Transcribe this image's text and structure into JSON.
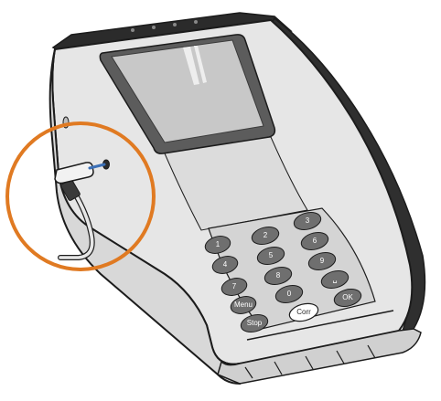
{
  "figure": {
    "subject": "payment-terminal",
    "highlight_color": "#e07a22",
    "body_fill": "#e6e6e6",
    "outline_color": "#1c1c1c",
    "screen_fill": "#c8c8c8",
    "key_fill": "#6f6f6f",
    "connector_color": "#3b6fb6"
  },
  "keypad": {
    "keys": [
      {
        "name": "key-1",
        "label": "1"
      },
      {
        "name": "key-2",
        "label": "2"
      },
      {
        "name": "key-3",
        "label": "3"
      },
      {
        "name": "key-4",
        "label": "4"
      },
      {
        "name": "key-5",
        "label": "5"
      },
      {
        "name": "key-6",
        "label": "6"
      },
      {
        "name": "key-7",
        "label": "7"
      },
      {
        "name": "key-8",
        "label": "8"
      },
      {
        "name": "key-9",
        "label": "9"
      },
      {
        "name": "key-menu",
        "label": "Menu"
      },
      {
        "name": "key-0",
        "label": "0"
      },
      {
        "name": "key-space",
        "label": "␣"
      },
      {
        "name": "key-stop",
        "label": "Stop"
      },
      {
        "name": "key-corr",
        "label": "Corr"
      },
      {
        "name": "key-ok",
        "label": "OK"
      }
    ]
  }
}
